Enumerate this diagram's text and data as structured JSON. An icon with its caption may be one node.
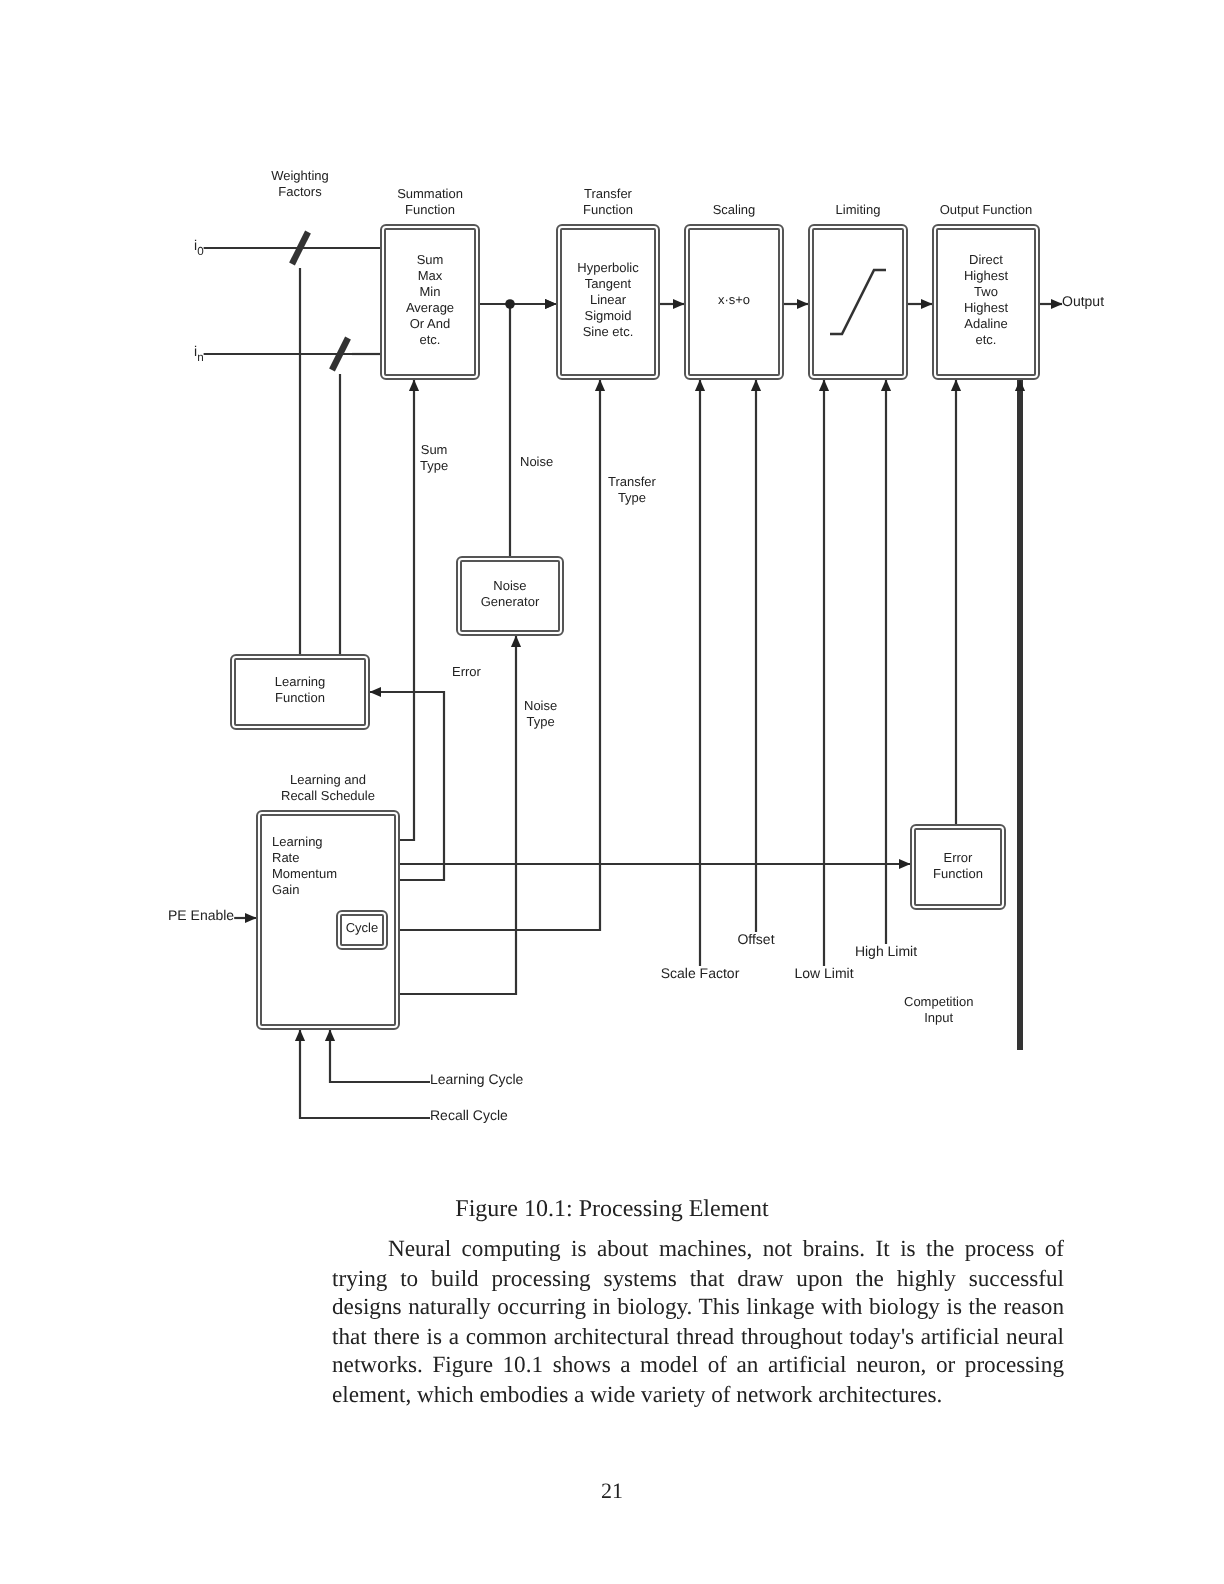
{
  "diagram": {
    "caption": "Figure 10.1: Processing Element",
    "nodes": [
      {
        "text": [
          "i$_{0}$"
        ]
      },
      {
        "text": [],
        "shape": "bar"
      },
      {
        "text": [
          "Summation Function",
          "Sum Max Min Average Or And etc."
        ]
      },
      {
        "text": [
          "Transfer Function",
          "Hyperbolic Tangent Linear Sigmoid Sine etc."
        ]
      },
      {
        "text": [
          "Scaling",
          "x·s+o"
        ]
      },
      {
        "text": [
          "Limiting"
        ]
      },
      {
        "text": [
          "Output Function",
          "Direct Highest Two Highest Adaline etc."
        ]
      },
      {
        "text": [
          "Output"
        ]
      },
      {
        "text": [
          "i$_{n}$"
        ]
      },
      {
        "text": [],
        "shape": "bar"
      },
      {
        "text": [
          "Noise Generator"
        ]
      },
      {
        "text": [
          "Learning Function"
        ]
      },
      {
        "text": [
          "Learning and Recall Schedule",
          "Learning Rate Momentum Gain"
        ]
      },
      {
        "text": [
          "Cycle"
        ],
        "in": 12
      },
      {
        "text": [
          "PE Enable"
        ]
      },
      {
        "text": [
          "Error Function"
        ]
      },
      {
        "text": [
          "Scale Factor"
        ]
      },
      {
        "text": [
          "Offset"
        ]
      },
      {
        "text": [
          "Low Limit"
        ]
      },
      {
        "text": [
          "High Limit"
        ]
      },
      {
        "text": [
          "Learning Cycle"
        ]
      },
      {
        "text": [
          "Recall Cycle"
        ]
      }
    ],
    "edges": [
      {
        "from": 0,
        "to": 1,
        "arrow": "none"
      },
      {
        "from": 1,
        "to": 2,
        "arrow": "none"
      },
      {
        "from": 8,
        "to": 9,
        "arrow": "none"
      },
      {
        "from": 9,
        "to": 2,
        "arrow": "none"
      },
      {
        "from": 2,
        "to": 3,
        "arrow": "to"
      },
      {
        "from": 10,
        "to": 3,
        "arrow": "to"
      },
      {
        "from": 3,
        "to": 4,
        "arrow": "to"
      },
      {
        "from": 4,
        "to": 5,
        "arrow": "to"
      },
      {
        "from": 5,
        "to": 6,
        "arrow": "to"
      },
      {
        "from": 6,
        "to": 7,
        "arrow": "to"
      },
      {
        "from": 11,
        "to": 1,
        "arrow": "none"
      },
      {
        "from": 11,
        "to": 9,
        "arrow": "none"
      },
      {
        "from": 12,
        "to": 2,
        "arrow": "to"
      },
      {
        "from": 12,
        "to": 11,
        "arrow": "to"
      },
      {
        "from": 12,
        "to": 10,
        "arrow": "to"
      },
      {
        "from": 12,
        "to": 3,
        "arrow": "to"
      },
      {
        "from": 12,
        "to": 15,
        "arrow": "to"
      },
      {
        "from": 15,
        "to": 6,
        "arrow": "to"
      },
      {
        "from": null,
        "to": 6,
        "arrow": "to",
        "style": "thick"
      },
      {
        "from": 14,
        "to": 12,
        "arrow": "to"
      },
      {
        "from": 16,
        "to": 4,
        "arrow": "to"
      },
      {
        "from": 17,
        "to": 4,
        "arrow": "to"
      },
      {
        "from": 18,
        "to": 5,
        "arrow": "to"
      },
      {
        "from": 19,
        "to": 5,
        "arrow": "to"
      },
      {
        "from": 20,
        "to": 12,
        "arrow": "to"
      },
      {
        "from": 21,
        "to": 12,
        "arrow": "to"
      }
    ],
    "labels": [
      "Weighting Factors",
      "Sum Type",
      "Noise",
      "Transfer Type",
      "Error",
      "Noise Type",
      "Competition Input",
      "Neural computing is about machines, not brains. It is the process of trying to build processing systems that draw upon the highly successful designs naturally occurring in biology. This linkage with biology is the reason that there is a common architectural thread throughout today's artificial neural networks. Figure 10.1 shows a model of an artificial neuron, or processing element, which embodies a wide variety of network architectures.",
      "21"
    ]
  }
}
